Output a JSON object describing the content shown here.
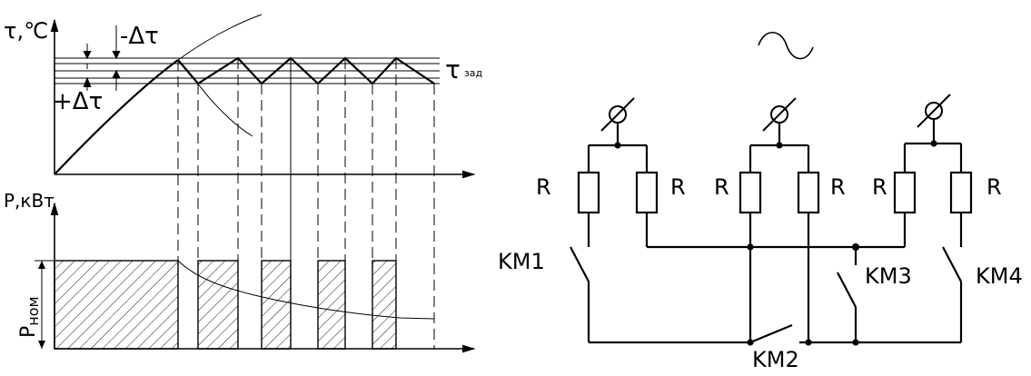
{
  "graph": {
    "temp_axis_label": "τ,℃",
    "power_axis_label": "P,кВт",
    "minus_delta": "-Δτ",
    "plus_delta": "+Δτ",
    "setpoint_symbol": "τ",
    "setpoint_subscript": "зад",
    "p_nom_main": "P",
    "p_nom_sub": "ном"
  },
  "schematic": {
    "ac_symbol": "~",
    "resistor_label": "R",
    "switches": [
      "KM1",
      "KM2",
      "KM3",
      "KM4"
    ]
  }
}
